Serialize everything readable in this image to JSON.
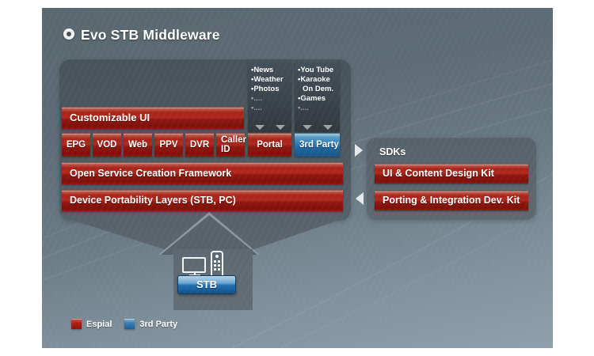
{
  "header": {
    "title": "Evo STB Middleware"
  },
  "colors": {
    "espial_red": "#b02a1e",
    "third_party_blue": "#2f7cb3",
    "stb_blue": "#2470ae"
  },
  "middleware_panel": {
    "customizable_ui_label": "Customizable UI",
    "service_columns": [
      {
        "items": [
          "•News",
          "•Weather",
          "•Photos",
          "•....",
          "•...."
        ]
      },
      {
        "items": [
          "•You Tube",
          "•Karaoke",
          "On Dem.",
          "•Games",
          "•...."
        ]
      }
    ],
    "modules": [
      {
        "label": "EPG",
        "type": "espial"
      },
      {
        "label": "VOD",
        "type": "espial"
      },
      {
        "label": "Web",
        "type": "espial"
      },
      {
        "label": "PPV",
        "type": "espial"
      },
      {
        "label": "DVR",
        "type": "espial"
      },
      {
        "label": "Caller ID",
        "type": "espial"
      },
      {
        "label": "Portal",
        "type": "espial"
      },
      {
        "label": "3rd Party",
        "type": "third-party"
      }
    ],
    "framework_bars": [
      {
        "label": "Open Service Creation Framework"
      },
      {
        "label": "Device Portability Layers (STB, PC)"
      }
    ]
  },
  "sdk_panel": {
    "title": "SDKs",
    "kits": [
      {
        "label": "UI & Content Design Kit"
      },
      {
        "label": "Porting & Integration Dev. Kit"
      }
    ]
  },
  "stb": {
    "label": "STB"
  },
  "legend": [
    {
      "label": "Espial",
      "color": "#b01f16"
    },
    {
      "label": "3rd Party",
      "color": "#3b80b4"
    }
  ]
}
